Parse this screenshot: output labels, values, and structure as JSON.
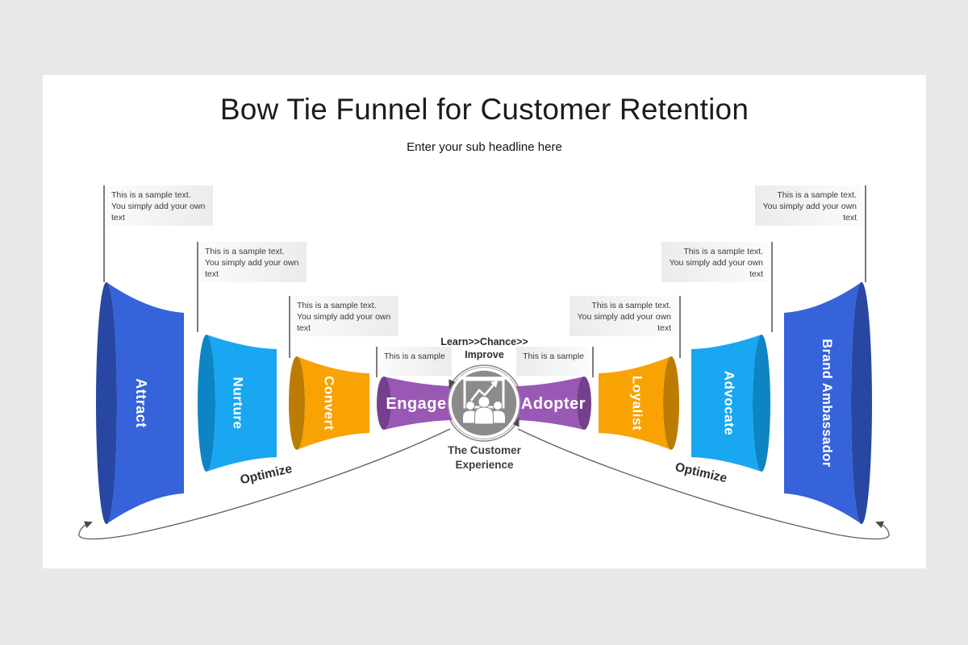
{
  "page": {
    "background_color": "#e8e8e8",
    "slide_background_color": "#ffffff"
  },
  "header": {
    "title": "Bow Tie Funnel for Customer Retention",
    "subtitle": "Enter your sub headline here"
  },
  "stages": [
    {
      "label": "Attract",
      "color": "#3663d9",
      "rim": "#2747a3",
      "side": "left"
    },
    {
      "label": "Nurture",
      "color": "#19a7f1",
      "rim": "#0d85c4",
      "side": "left"
    },
    {
      "label": "Convert",
      "color": "#f9a203",
      "rim": "#bc7c02",
      "side": "left"
    },
    {
      "label": "Engage",
      "color": "#9a58b5",
      "rim": "#753f8d",
      "side": "left"
    },
    {
      "label": "Adopter",
      "color": "#9a58b5",
      "rim": "#753f8d",
      "side": "right"
    },
    {
      "label": "Loyalist",
      "color": "#f9a203",
      "rim": "#bc7c02",
      "side": "right"
    },
    {
      "label": "Advocate",
      "color": "#19a7f1",
      "rim": "#0d85c4",
      "side": "right"
    },
    {
      "label": "Brand Ambassador",
      "color": "#3663d9",
      "rim": "#2747a3",
      "side": "right"
    }
  ],
  "callouts": {
    "items": [
      {
        "stage": "Attract",
        "text": "This is a sample text. You simply add your own text"
      },
      {
        "stage": "Nurture",
        "text": "This is a sample text. You simply add your own text"
      },
      {
        "stage": "Convert",
        "text": "This is a sample text. You simply add your own text"
      },
      {
        "stage": "Engage",
        "text": "This is a sample"
      },
      {
        "stage": "Adopter",
        "text": "This is a sample"
      },
      {
        "stage": "Loyalist",
        "text": "This is a sample text. You simply add your own text"
      },
      {
        "stage": "Advocate",
        "text": "This is a sample text. You simply add your own text"
      },
      {
        "stage": "Brand Ambassador",
        "text": "This is a sample text. You simply add your own text"
      }
    ]
  },
  "center": {
    "top_label_line1": "Learn>>Chance>>",
    "top_label_line2": "Improve",
    "bottom_label_line1": "The Customer",
    "bottom_label_line2": "Experience",
    "circle_color": "#8b8b8b"
  },
  "optimize": {
    "left_label": "Optimize",
    "right_label": "Optimize"
  },
  "icons": {
    "center": "presentation-chart-audience-icon",
    "around_circle": "cycle-arrows-icon",
    "bottom_loops": "optimize-loop-arrow-icon"
  }
}
